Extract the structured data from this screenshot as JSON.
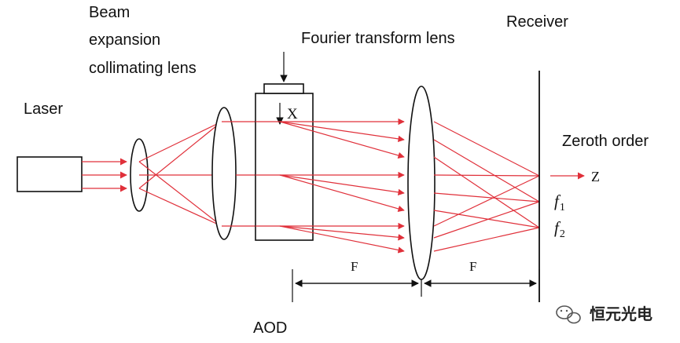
{
  "labels": {
    "laser": "Laser",
    "beam_line1": "Beam",
    "beam_line2": "expansion",
    "beam_line3": "collimating lens",
    "fourier": "Fourier transform lens",
    "receiver": "Receiver",
    "zeroth": "Zeroth order",
    "aod": "AOD",
    "x_axis": "X",
    "z_axis": "Z",
    "f1_main": "f",
    "f1_sub": "1",
    "f2_main": "f",
    "f2_sub": "2",
    "F_left": "F",
    "F_right": "F"
  },
  "watermark": {
    "icon": "wechat-icon",
    "text": "恒元光电"
  },
  "colors": {
    "ray": "#e0303a",
    "line": "#111111"
  }
}
